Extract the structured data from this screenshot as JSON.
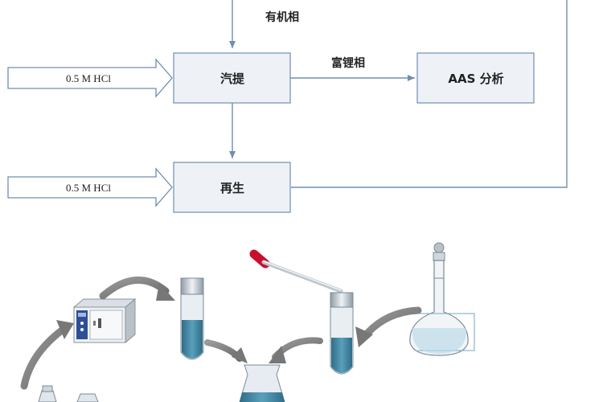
{
  "flow": {
    "label_top": "有机相",
    "box_stripping": "汽提",
    "label_rich": "富锂相",
    "box_aas": "AAS 分析",
    "box_regen": "再生",
    "input_strip": "0.5 M HCl",
    "input_regen": "0.5 M HCl"
  },
  "colors": {
    "line": "#6f8fb0",
    "box_fill": "#eef2f7",
    "liquid": "#3f7f9a",
    "arrow_gray": "#777777",
    "pipette_tip": "#c8102e"
  },
  "icons": [
    "drying-oven-icon",
    "test-tube-icon",
    "pipette-icon",
    "volumetric-flask-icon",
    "beaker-icon"
  ]
}
